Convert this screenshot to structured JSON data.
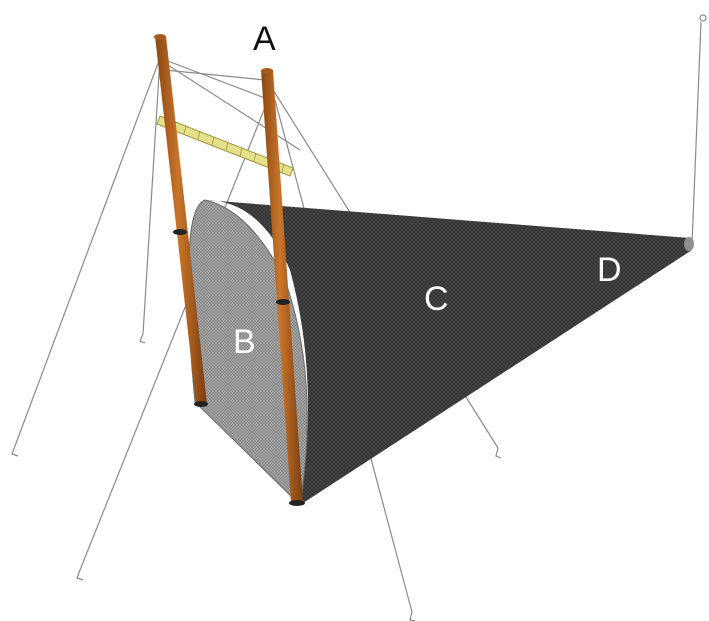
{
  "labels": {
    "a": "A",
    "b": "B",
    "c": "C",
    "d": "D"
  },
  "colors": {
    "pole": "#b8651f",
    "pole_dark": "#7a3e10",
    "net_body": "#2b2b2b",
    "net_mouth": "#9a9a9a",
    "crossbar": "#e6e08a",
    "guy_line": "#8a8a8a"
  }
}
